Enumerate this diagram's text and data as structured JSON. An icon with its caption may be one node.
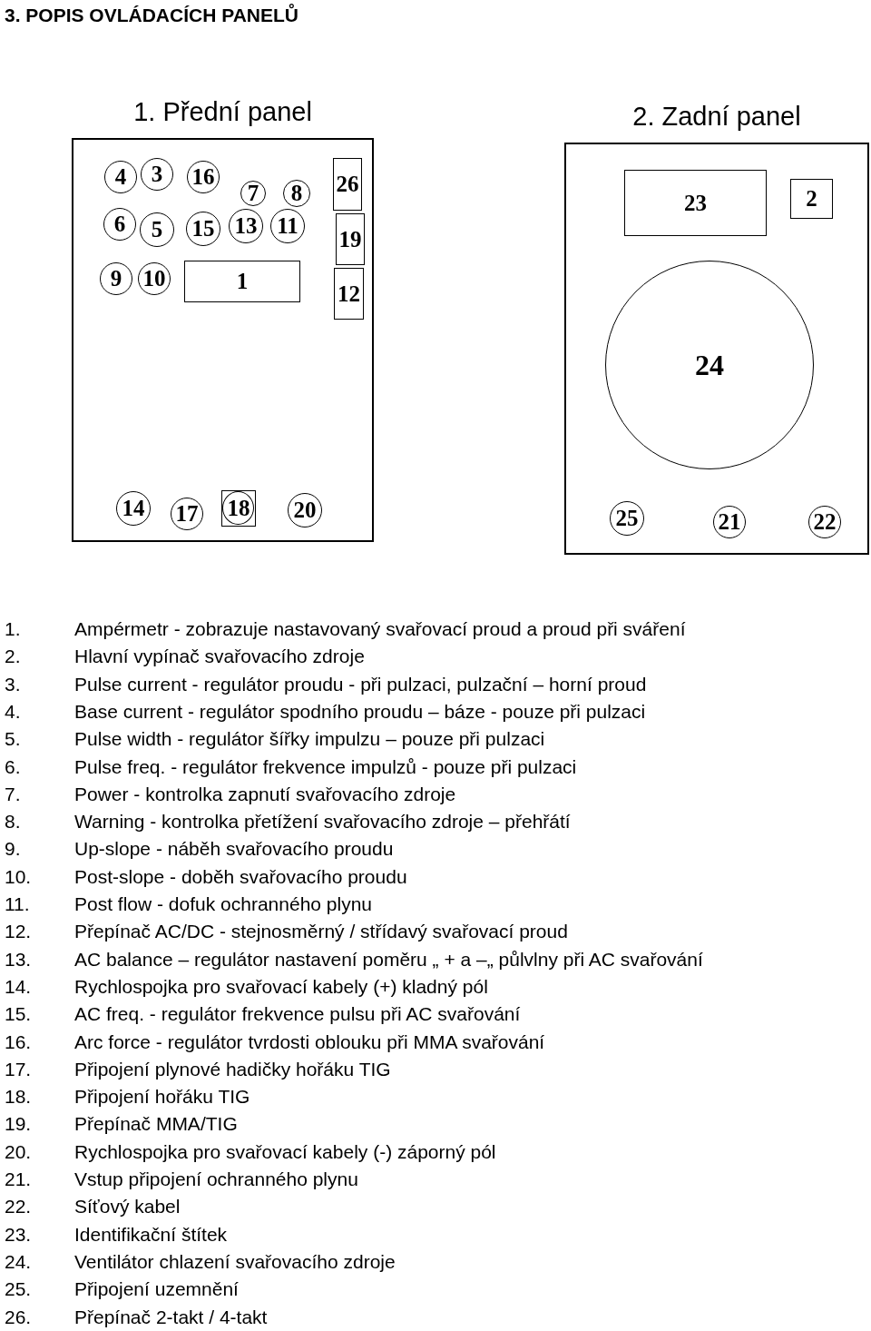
{
  "diagram": {
    "title": "3. POPIS OVLÁDACÍCH PANELŮ",
    "nodes": [
      {
        "text": [
          "1. Přední panel"
        ]
      },
      {
        "text": [
          "4"
        ],
        "in": 0
      },
      {
        "text": [
          "3"
        ],
        "in": 0
      },
      {
        "text": [
          "16"
        ],
        "in": 0
      },
      {
        "text": [
          "7"
        ],
        "in": 0
      },
      {
        "text": [
          "8"
        ],
        "in": 0
      },
      {
        "text": [
          "26"
        ],
        "in": 0
      },
      {
        "text": [
          "6"
        ],
        "in": 0
      },
      {
        "text": [
          "5"
        ],
        "in": 0
      },
      {
        "text": [
          "15"
        ],
        "in": 0
      },
      {
        "text": [
          "13"
        ],
        "in": 0
      },
      {
        "text": [
          "11"
        ],
        "in": 0
      },
      {
        "text": [
          "19"
        ],
        "in": 0
      },
      {
        "text": [
          "9"
        ],
        "in": 0
      },
      {
        "text": [
          "10"
        ],
        "in": 0
      },
      {
        "text": [
          "1"
        ],
        "in": 0
      },
      {
        "text": [
          "12"
        ],
        "in": 0
      },
      {
        "text": [
          "14"
        ],
        "in": 0
      },
      {
        "text": [
          "17"
        ],
        "in": 0
      },
      {
        "text": [
          "18"
        ],
        "in": 0
      },
      {
        "text": [
          "20"
        ],
        "in": 0
      },
      {
        "text": [
          "2. Zadní panel"
        ]
      },
      {
        "text": [
          "23"
        ],
        "in": 21
      },
      {
        "text": [
          "2"
        ],
        "in": 21
      },
      {
        "text": [
          "24"
        ],
        "in": 21
      },
      {
        "text": [
          "25"
        ],
        "in": 21
      },
      {
        "text": [
          "21"
        ],
        "in": 21
      },
      {
        "text": [
          "22"
        ],
        "in": 21
      }
    ],
    "labels": [
      "1.",
      "Ampérmetr -  zobrazuje  nastavovaný svařovací proud a proud při sváření",
      "2.",
      "Hlavní vypínač svařovacího zdroje",
      "3.",
      "Pulse current - regulátor proudu - při pulzaci, pulzační – horní proud",
      "4.",
      "Base current - regulátor spodního proudu – báze - pouze při pulzaci",
      "5.",
      "Pulse width - regulátor šířky impulzu – pouze při pulzaci",
      "6.",
      "Pulse freq. - regulátor frekvence impulzů - pouze při pulzaci",
      "7.",
      "Power - kontrolka zapnutí svařovacího zdroje",
      "8.",
      "Warning - kontrolka přetížení svařovacího zdroje – přehřátí",
      "9.",
      "Up-slope - náběh svařovacího proudu",
      "10.",
      "Post-slope - doběh svařovacího proudu",
      "11.",
      "Post flow - dofuk ochranného plynu",
      "12.",
      "Přepínač  AC/DC - stejnosměrný / střídavý svařovací proud",
      "13.",
      "AC balance – regulátor nastavení poměru „ + a –„ půlvlny při AC svařování",
      "14.",
      "Rychlospojka pro svařovací kabely (+) kladný pól",
      "15.",
      "AC freq. - regulátor frekvence pulsu při AC svařování",
      "16.",
      "Arc force - regulátor tvrdosti oblouku při MMA svařování",
      "17.",
      "Připojení plynové hadičky hořáku TIG",
      "18.",
      "Připojení hořáku TIG",
      "19.",
      "Přepínač MMA/TIG",
      "20.",
      "Rychlospojka pro svařovací kabely (-) záporný pól",
      "21.",
      "Vstup připojení ochranného plynu",
      "22.",
      "Síťový kabel",
      "23.",
      "Identifikační štítek",
      "24.",
      "Ventilátor chlazení svařovacího zdroje",
      "25.",
      "Připojení uzemnění",
      "26.",
      "Přepínač 2-takt / 4-takt"
    ]
  }
}
